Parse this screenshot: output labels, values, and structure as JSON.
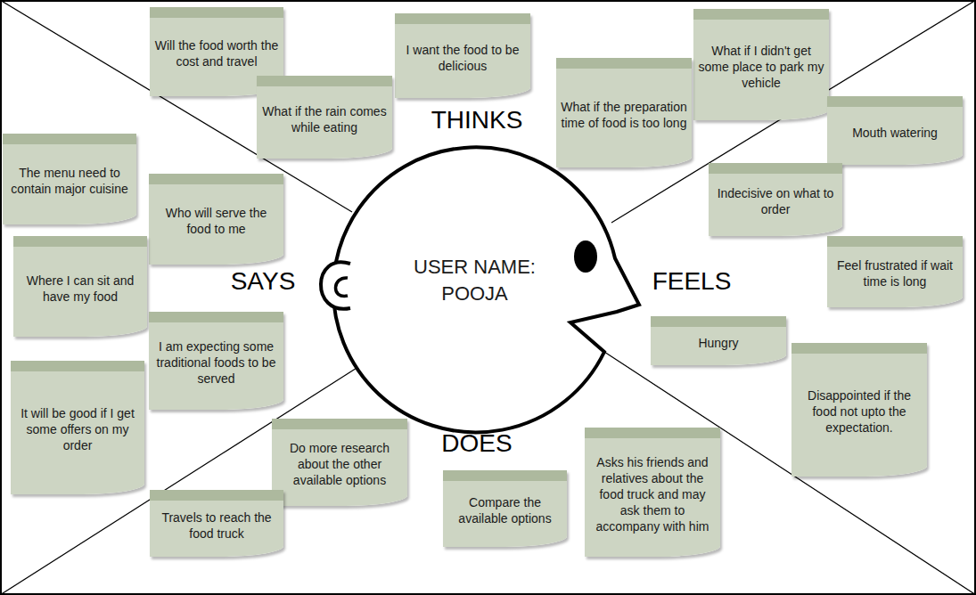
{
  "diagram": {
    "nodes": [
      {
        "text": [
          "Will the food worth the cost and travel"
        ]
      },
      {
        "text": [
          "I want the food to be delicious"
        ]
      },
      {
        "text": [
          "What if I didn't get some place to park my vehicle"
        ]
      },
      {
        "text": [
          "What if the rain comes while eating"
        ]
      },
      {
        "text": [
          "What if the preparation time of food is too long"
        ]
      },
      {
        "text": [
          "The menu need to contain major cuisine"
        ]
      },
      {
        "text": [
          "Who will serve the food to me"
        ]
      },
      {
        "text": [
          "Where I can sit and have my food"
        ]
      },
      {
        "text": [
          "I am expecting some traditional foods to be served"
        ]
      },
      {
        "text": [
          "It will be good if I get some offers on my order"
        ]
      },
      {
        "text": [
          "USER NAME: POOJA"
        ]
      },
      {
        "text": [
          "Mouth watering"
        ]
      },
      {
        "text": [
          "Indecisive on what to order"
        ]
      },
      {
        "text": [
          "Feel frustrated if wait time is long"
        ]
      },
      {
        "text": [
          "Hungry"
        ]
      },
      {
        "text": [
          "Disappointed if the food not upto the expectation."
        ]
      },
      {
        "text": [
          "Do more research about the other available options"
        ]
      },
      {
        "text": [
          "Travels to reach the food truck"
        ]
      },
      {
        "text": [
          "Compare the available options"
        ]
      },
      {
        "text": [
          "Asks his friends and relatives about the food truck and may ask them to accompany with him"
        ]
      }
    ],
    "labels": [
      "THINKS",
      "SAYS",
      "FEELS",
      "DOES"
    ]
  }
}
